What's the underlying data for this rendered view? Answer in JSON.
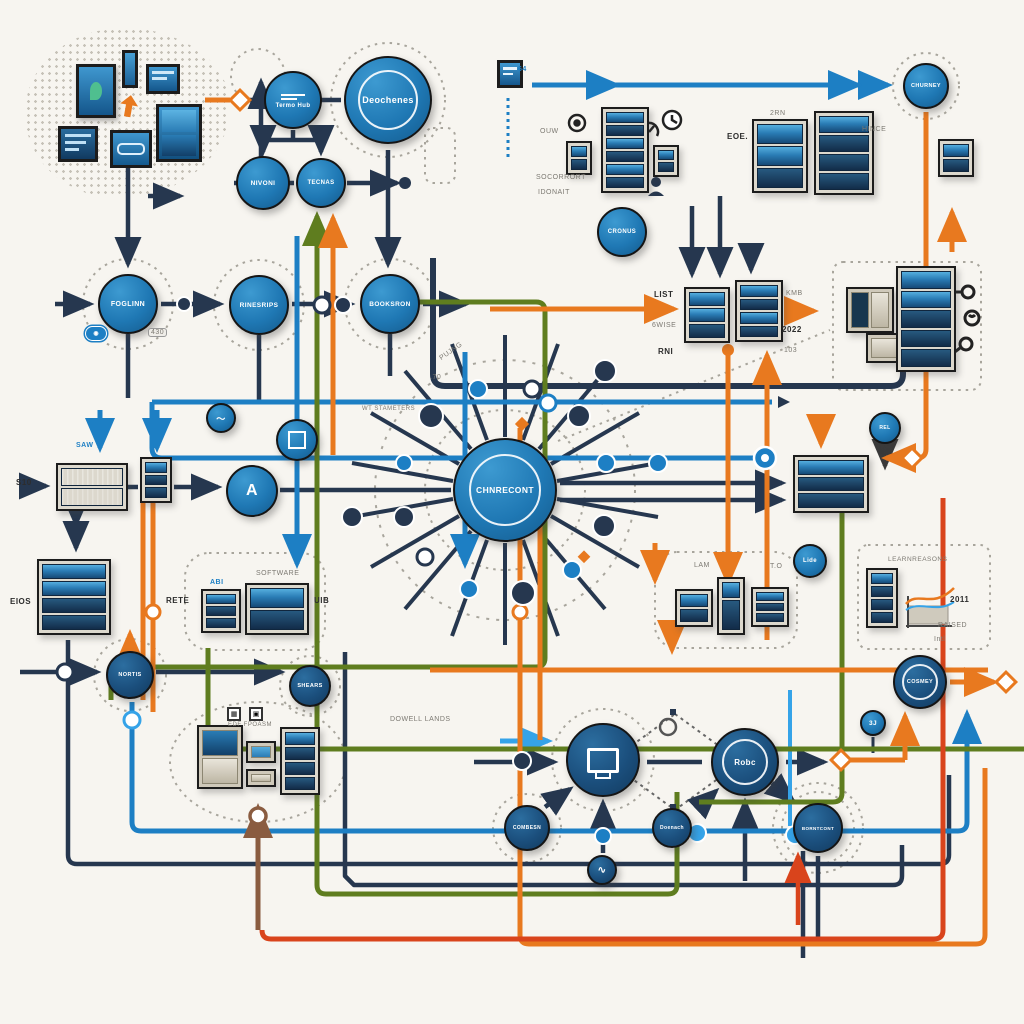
{
  "diagram_title": "network-architecture-flow-diagram",
  "colors": {
    "background": "#f7f5f0",
    "navy": "#26374f",
    "blue": "#1d7fc4",
    "light_blue": "#35a3e8",
    "orange": "#e8791f",
    "red_orange": "#d9441c",
    "green": "#5f7d1f",
    "brown": "#8a5c40",
    "node_fill": "#1f78b4",
    "node_dark": "#1b4f7d"
  },
  "nodes": {
    "termo_hub": {
      "label": "Termo Hub"
    },
    "deochenes": {
      "label": "Deochenes"
    },
    "nivoni": {
      "label": "NIVONI"
    },
    "tecnas": {
      "label": "TECNAS"
    },
    "foglinn": {
      "label": "FOGLINN"
    },
    "rinesrips": {
      "label": "RINESRIPS"
    },
    "booksron": {
      "label": "BOOKSRON"
    },
    "churney": {
      "label": "CHURNEY"
    },
    "cronus": {
      "label": "CRONUS"
    },
    "hub": {
      "label": "CHNRECONT"
    },
    "a_node": {
      "label": "A"
    },
    "nortis": {
      "label": "NORTIS"
    },
    "shears": {
      "label": "SHEARS"
    },
    "rel": {
      "label": "REL"
    },
    "lide": {
      "label": "Lide"
    },
    "cosmey": {
      "label": "COSMEY"
    },
    "robc": {
      "label": "Robc"
    },
    "combesn": {
      "label": "COMBESN"
    },
    "doenach": {
      "label": "Doenach"
    },
    "borntcont": {
      "label": "BORNTCONT"
    },
    "threej": {
      "label": "3J"
    },
    "doodle": {
      "label": "∿"
    }
  },
  "labels": {
    "n64": "64",
    "ouw": "OUW",
    "socorrort": "SOCORRORT",
    "idonait": "IDONAIT",
    "eoe": "EOE.",
    "rn2": "2RN",
    "hince": "HINCE",
    "list": "LIST",
    "wise6": "6WISE",
    "rni": "RNI",
    "kmb": "KMB",
    "y2022": "2022",
    "n103": "103",
    "pujng": "PUJNG",
    "n70": ".70",
    "stameters": "WT STAMETERS",
    "saw": "SAW",
    "s10": "S10",
    "eios": "EIOS",
    "b430": "430",
    "rete": "RETE",
    "software": "SOFTWARE",
    "uib": "UIB",
    "abi": "ABI",
    "dowell": "DOWELL LANDS",
    "edf": "EDF FPOASM",
    "lam": "LAM",
    "to": "T.O",
    "learn": "LEARNREASONS",
    "y2011": "2011",
    "raised": "RAISED",
    "intl": "Intl"
  }
}
